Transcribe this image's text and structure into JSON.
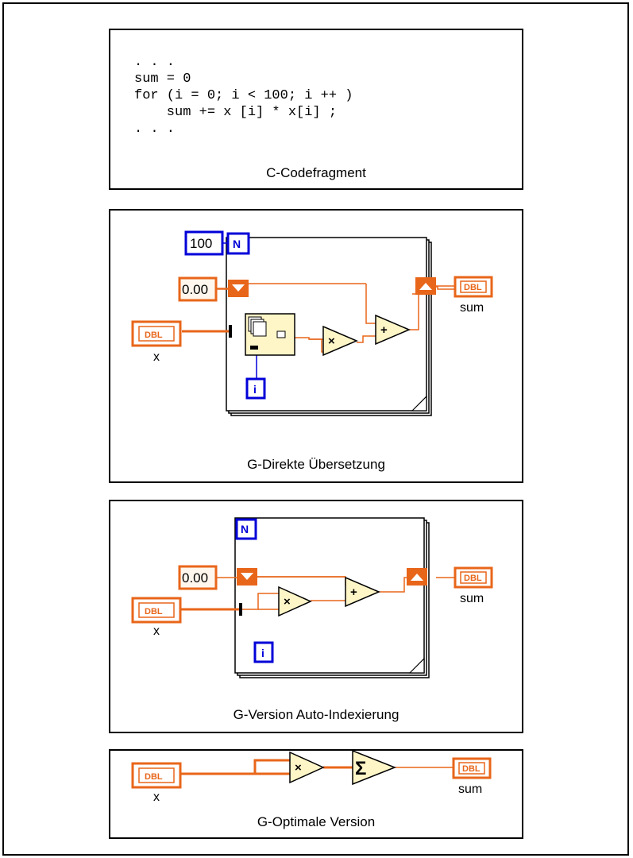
{
  "code_panel": {
    "lines": [
      ". . .",
      "sum = 0",
      "for (i = 0; i < 100; i ++ )",
      "    sum += x [i] * x[i] ;",
      ". . ."
    ],
    "caption": "C-Codefragment"
  },
  "panel2": {
    "count_const": "100",
    "count_terminal": "N",
    "init_const": "0.00",
    "input_type": "DBL",
    "input_label": "x",
    "iteration_terminal": "i",
    "multiply_symbol": "×",
    "add_symbol": "+",
    "output_type": "DBL",
    "output_label": "sum",
    "caption": "G-Direkte Übersetzung"
  },
  "panel3": {
    "count_terminal": "N",
    "init_const": "0.00",
    "input_type": "DBL",
    "input_label": "x",
    "iteration_terminal": "i",
    "multiply_symbol": "×",
    "add_symbol": "+",
    "output_type": "DBL",
    "output_label": "sum",
    "caption": "G-Version Auto-Indexierung"
  },
  "panel4": {
    "input_type": "DBL",
    "input_label": "x",
    "multiply_symbol": "×",
    "sum_symbol": "Σ",
    "output_type": "DBL",
    "output_label": "sum",
    "caption": "G-Optimale Version"
  },
  "colors": {
    "wire_orange": "#e8661a",
    "terminal_blue": "#0000d8",
    "node_fill": "#fff6c8",
    "const_fill": "#fff7ee"
  }
}
